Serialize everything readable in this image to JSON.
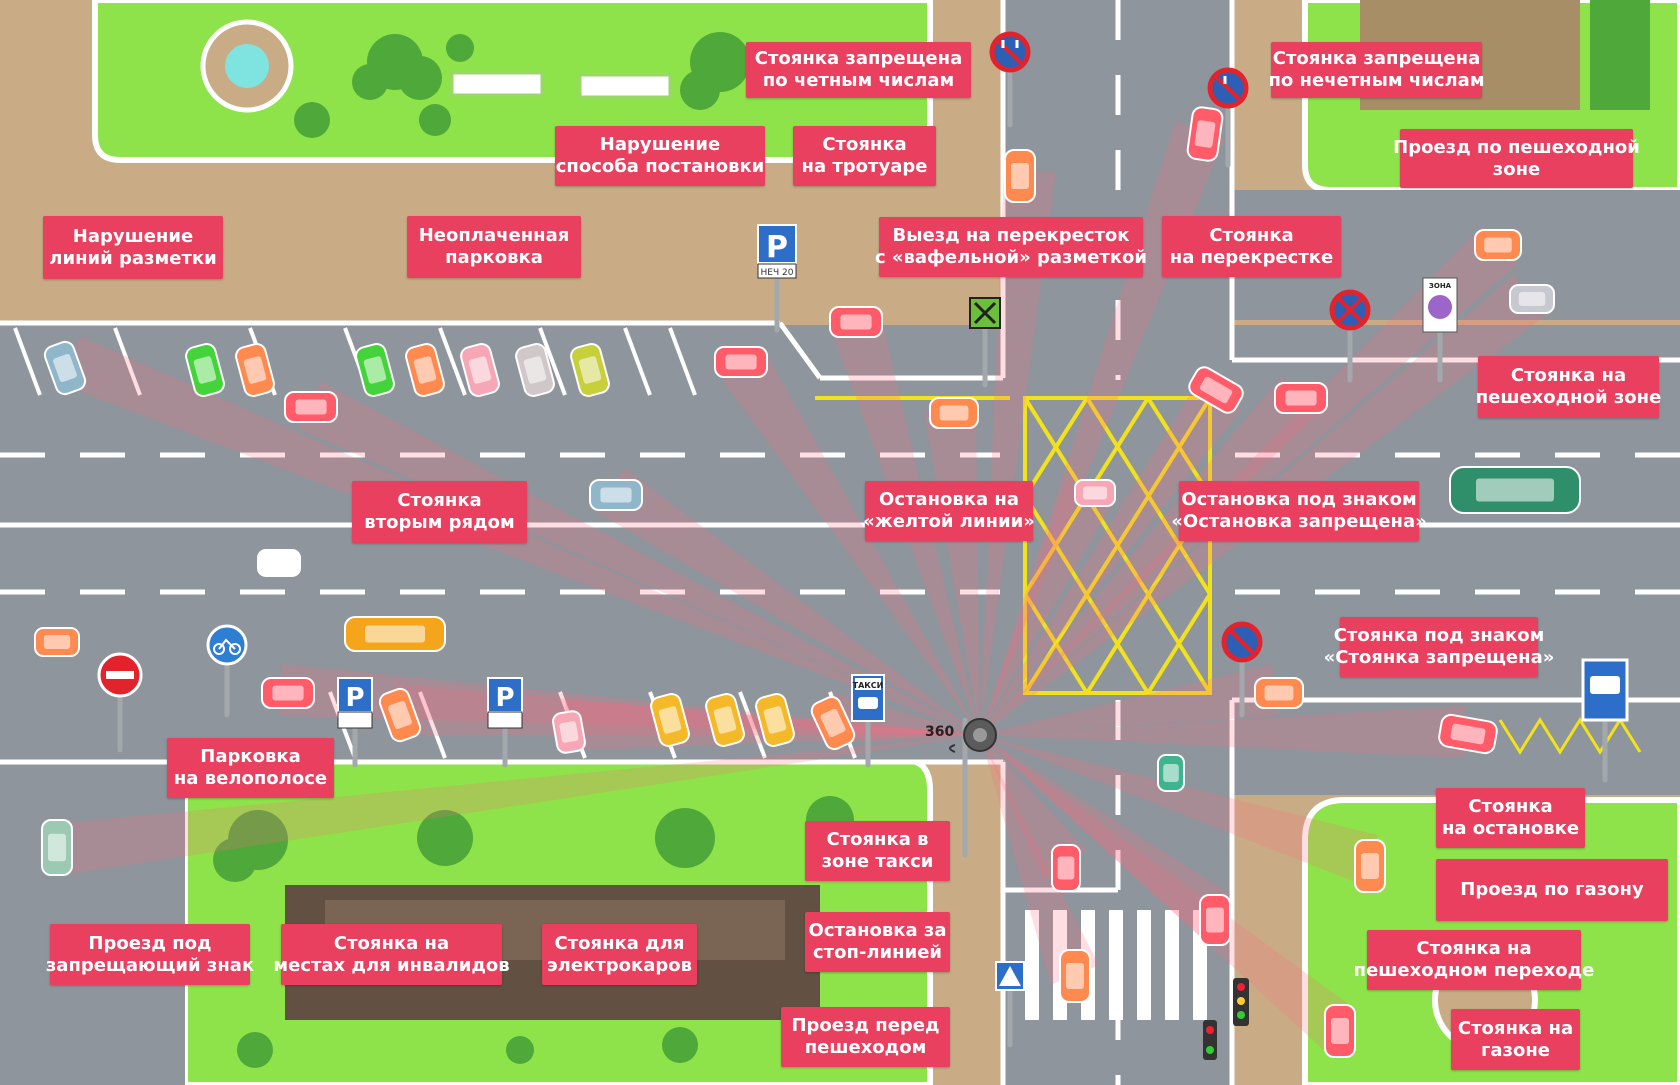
{
  "labels": [
    {
      "id": "no-parking-even",
      "lines": [
        "Стоянка запрещена",
        "по четным числам"
      ]
    },
    {
      "id": "no-parking-odd",
      "lines": [
        "Стоянка запрещена",
        "по нечетным числам"
      ]
    },
    {
      "id": "parking-method-violation",
      "lines": [
        "Нарушение",
        "способа постановки"
      ]
    },
    {
      "id": "parking-on-sidewalk",
      "lines": [
        "Стоянка",
        "на тротуаре"
      ]
    },
    {
      "id": "driving-pedestrian-zone",
      "lines": [
        "Проезд по пешеходной",
        "зоне"
      ]
    },
    {
      "id": "marking-lines-violation",
      "lines": [
        "Нарушение",
        "линий разметки"
      ]
    },
    {
      "id": "unpaid-parking",
      "lines": [
        "Неоплаченная",
        "парковка"
      ]
    },
    {
      "id": "waffle-marking-entry",
      "lines": [
        "Выезд на перекресток",
        "с «вафельной» разметкой"
      ]
    },
    {
      "id": "parking-at-intersection",
      "lines": [
        "Стоянка",
        "на перекрестке"
      ]
    },
    {
      "id": "parking-pedestrian-zone",
      "lines": [
        "Стоянка на",
        "пешеходной зоне"
      ]
    },
    {
      "id": "double-parking",
      "lines": [
        "Стоянка",
        "вторым рядом"
      ]
    },
    {
      "id": "stop-yellow-line",
      "lines": [
        "Остановка на",
        "«желтой линии»"
      ]
    },
    {
      "id": "stop-under-no-stopping-sign",
      "lines": [
        "Остановка под знаком",
        "«Остановка запрещена»"
      ]
    },
    {
      "id": "parking-under-no-parking-sign",
      "lines": [
        "Стоянка под знаком",
        "«Стоянка запрещена»"
      ]
    },
    {
      "id": "parking-bike-lane",
      "lines": [
        "Парковка",
        "на велополосе"
      ]
    },
    {
      "id": "parking-taxi-zone",
      "lines": [
        "Стоянка в",
        "зоне такси"
      ]
    },
    {
      "id": "parking-at-bus-stop",
      "lines": [
        "Стоянка",
        "на остановке"
      ]
    },
    {
      "id": "driving-on-lawn",
      "lines": [
        "Проезд по газону"
      ]
    },
    {
      "id": "driving-under-prohibiting-sign",
      "lines": [
        "Проезд под",
        "запрещающий знак"
      ]
    },
    {
      "id": "parking-disabled-spots",
      "lines": [
        "Стоянка на",
        "местах для инвалидов"
      ]
    },
    {
      "id": "parking-ev-spots",
      "lines": [
        "Стоянка для",
        "электрокаров"
      ]
    },
    {
      "id": "stop-beyond-stop-line",
      "lines": [
        "Остановка за",
        "стоп-линией"
      ]
    },
    {
      "id": "parking-on-crosswalk",
      "lines": [
        "Стоянка на",
        "пешеходном переходе"
      ]
    },
    {
      "id": "driving-before-pedestrian",
      "lines": [
        "Проезд перед",
        "пешеходом"
      ]
    },
    {
      "id": "parking-on-lawn",
      "lines": [
        "Стоянка на",
        "газоне"
      ]
    }
  ],
  "camera": {
    "readout": "360"
  },
  "signs": {
    "zone": "ЗОНА",
    "taxi": "ТАКСИ",
    "parking_letter": "P",
    "parking_plate": "НЕЧ 20"
  },
  "colors": {
    "label": "#e8405e",
    "grass": "#8ee34a",
    "road": "#8f959c",
    "sidewalk": "#c9ac86",
    "waffle": "#f2e21c",
    "ray": "#ff6b7e"
  }
}
